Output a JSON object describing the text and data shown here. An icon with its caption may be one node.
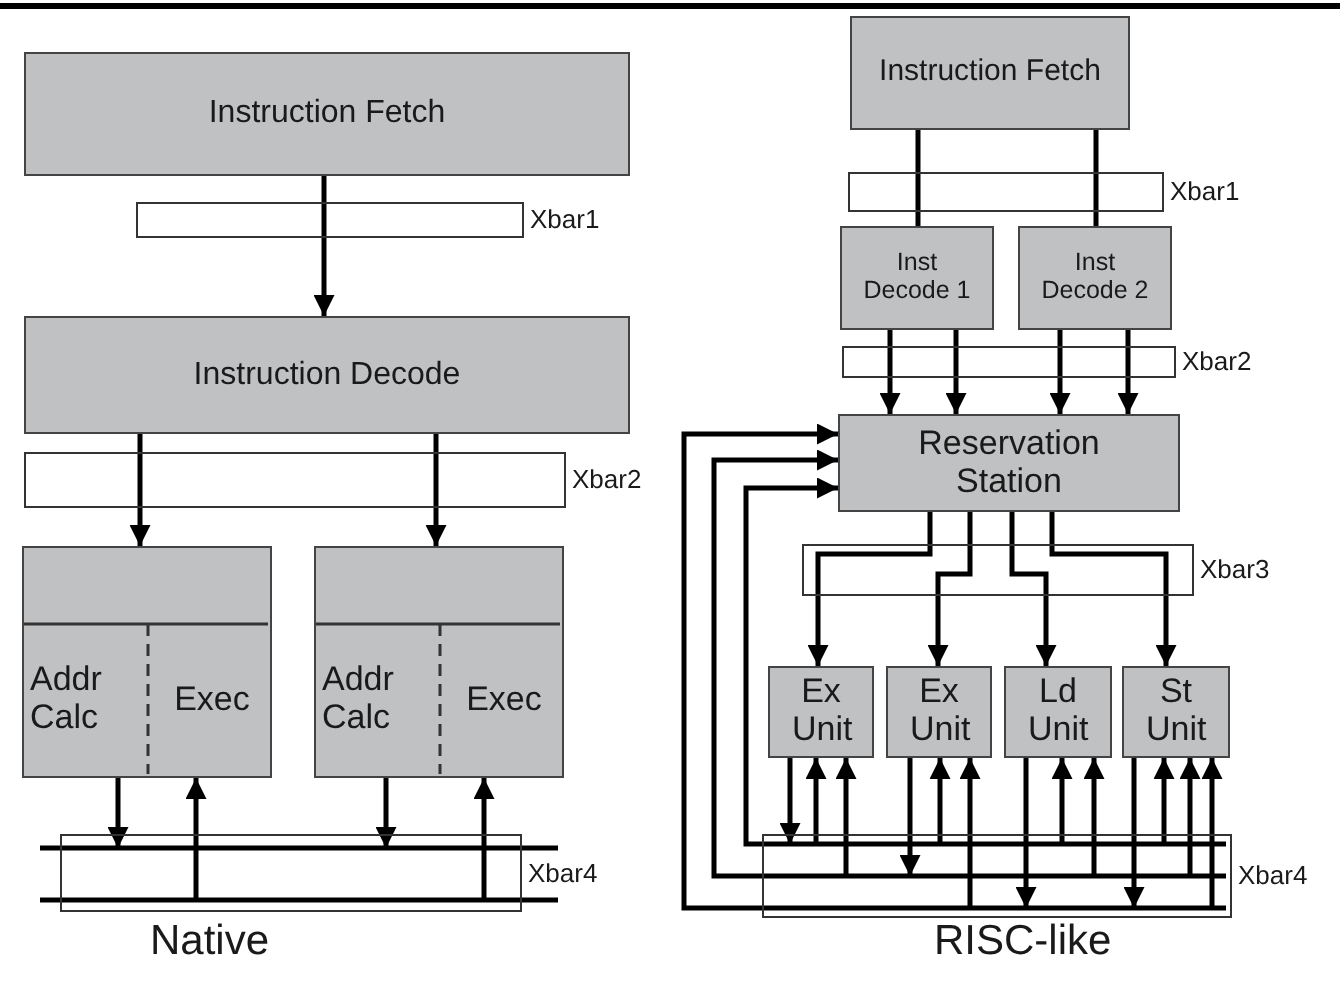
{
  "diagram": {
    "nodes": [
      {
        "text": [
          "Instruction Fetch"
        ]
      },
      {
        "text": [],
        "shape": "bar",
        "beside": [
          "Xbar1"
        ]
      },
      {
        "text": [
          "Instruction Decode"
        ]
      },
      {
        "text": [],
        "shape": "bar",
        "beside": [
          "Xbar2"
        ]
      },
      {
        "text": [
          "Addr Calc",
          "Exec"
        ]
      },
      {
        "text": [
          "Addr Calc",
          "Exec"
        ]
      },
      {
        "text": [],
        "shape": "bar",
        "beside": [
          "Xbar4"
        ]
      },
      {
        "text": [
          "Instruction Fetch"
        ]
      },
      {
        "text": [],
        "shape": "bar",
        "beside": [
          "Xbar1"
        ]
      },
      {
        "text": [
          "Inst Decode 1"
        ]
      },
      {
        "text": [
          "Inst Decode 2"
        ]
      },
      {
        "text": [],
        "shape": "bar",
        "beside": [
          "Xbar2"
        ]
      },
      {
        "text": [
          "Reservation Station"
        ]
      },
      {
        "text": [],
        "shape": "bar",
        "beside": [
          "Xbar3"
        ]
      },
      {
        "text": [
          "Ex Unit"
        ]
      },
      {
        "text": [
          "Ex Unit"
        ]
      },
      {
        "text": [
          "Ld Unit"
        ]
      },
      {
        "text": [
          "St Unit"
        ]
      },
      {
        "text": [],
        "shape": "bar",
        "beside": [
          "Xbar4"
        ]
      }
    ],
    "edges": [
      {
        "from": 0,
        "to": 1,
        "arrow": "none"
      },
      {
        "from": 1,
        "to": 2,
        "arrow": "to"
      },
      {
        "from": 2,
        "to": 3,
        "arrow": "none"
      },
      {
        "from": 2,
        "to": 3,
        "arrow": "none"
      },
      {
        "from": 3,
        "to": 4,
        "arrow": "to"
      },
      {
        "from": 3,
        "to": 5,
        "arrow": "to"
      },
      {
        "from": 4,
        "to": 6,
        "arrow": "to"
      },
      {
        "from": 6,
        "to": 4,
        "arrow": "to"
      },
      {
        "from": 5,
        "to": 6,
        "arrow": "to"
      },
      {
        "from": 6,
        "to": 5,
        "arrow": "to"
      },
      {
        "from": 7,
        "to": 8,
        "arrow": "none"
      },
      {
        "from": 7,
        "to": 8,
        "arrow": "none"
      },
      {
        "from": 8,
        "to": 9,
        "arrow": "none"
      },
      {
        "from": 8,
        "to": 10,
        "arrow": "none"
      },
      {
        "from": 9,
        "to": 11,
        "arrow": "none"
      },
      {
        "from": 9,
        "to": 11,
        "arrow": "none"
      },
      {
        "from": 10,
        "to": 11,
        "arrow": "none"
      },
      {
        "from": 10,
        "to": 11,
        "arrow": "none"
      },
      {
        "from": 11,
        "to": 12,
        "arrow": "to"
      },
      {
        "from": 11,
        "to": 12,
        "arrow": "to"
      },
      {
        "from": 11,
        "to": 12,
        "arrow": "to"
      },
      {
        "from": 11,
        "to": 12,
        "arrow": "to"
      },
      {
        "from": 12,
        "to": 13,
        "arrow": "none"
      },
      {
        "from": 12,
        "to": 13,
        "arrow": "none"
      },
      {
        "from": 12,
        "to": 13,
        "arrow": "none"
      },
      {
        "from": 12,
        "to": 13,
        "arrow": "none"
      },
      {
        "from": 13,
        "to": 14,
        "arrow": "to"
      },
      {
        "from": 13,
        "to": 15,
        "arrow": "to"
      },
      {
        "from": 13,
        "to": 16,
        "arrow": "to"
      },
      {
        "from": 13,
        "to": 17,
        "arrow": "to"
      },
      {
        "from": 14,
        "to": 18,
        "arrow": "to"
      },
      {
        "from": 18,
        "to": 14,
        "arrow": "to"
      },
      {
        "from": 18,
        "to": 14,
        "arrow": "to"
      },
      {
        "from": 15,
        "to": 18,
        "arrow": "to"
      },
      {
        "from": 18,
        "to": 15,
        "arrow": "to"
      },
      {
        "from": 18,
        "to": 15,
        "arrow": "to"
      },
      {
        "from": 16,
        "to": 18,
        "arrow": "to"
      },
      {
        "from": 18,
        "to": 16,
        "arrow": "to"
      },
      {
        "from": 18,
        "to": 16,
        "arrow": "to"
      },
      {
        "from": 17,
        "to": 18,
        "arrow": "to"
      },
      {
        "from": 18,
        "to": 17,
        "arrow": "to"
      },
      {
        "from": 18,
        "to": 17,
        "arrow": "to"
      },
      {
        "from": 18,
        "to": 17,
        "arrow": "to"
      },
      {
        "from": 18,
        "to": 12,
        "arrow": "to"
      },
      {
        "from": 18,
        "to": 12,
        "arrow": "to"
      },
      {
        "from": 18,
        "to": 12,
        "arrow": "to"
      }
    ],
    "labels": [
      "Native",
      "RISC-like"
    ]
  }
}
